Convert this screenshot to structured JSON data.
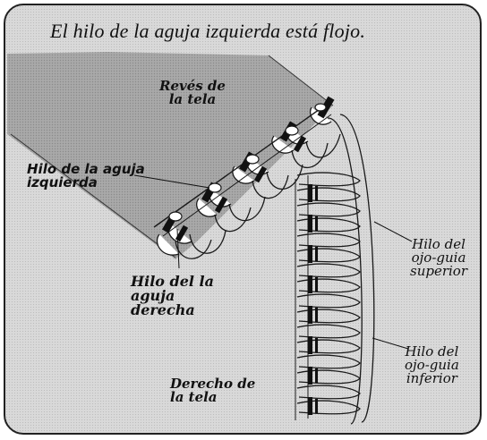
{
  "title": "El hilo de la aguja izquierda está flojo.",
  "labels": {
    "back_of_fabric": "Revés de\nla tela",
    "left_needle_thread": "Hilo de la aguja\nizquierda",
    "right_needle_thread": "Hilo del la\naguja\nderecha",
    "front_of_fabric": "Derecho de\nla tela",
    "upper_looper_thread": "Hilo del\nojo-guia\nsuperior",
    "lower_looper_thread": "Hilo del\nojo-guia\ninferior"
  },
  "colors": {
    "fabric_back": "#a9a9a9",
    "fabric_front": "#d9d9d9",
    "thread_outline": "#1a1a1a",
    "thread_fill": "#ffffff",
    "stitch_mark": "#111111"
  }
}
